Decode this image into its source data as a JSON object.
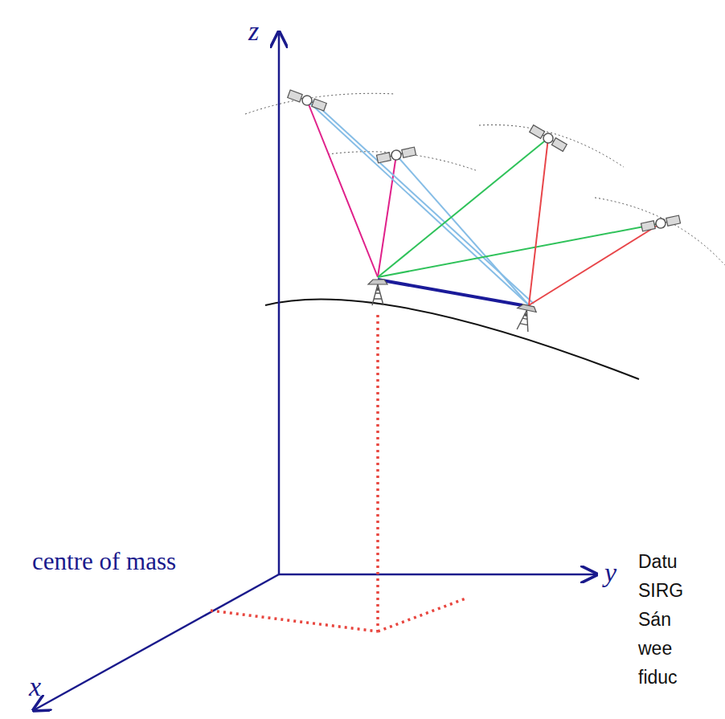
{
  "diagram": {
    "labels": [
      "z",
      "centre of mass",
      "y",
      "x",
      "Datu",
      "SIRG",
      "Sán",
      "wee",
      "fiduc"
    ]
  }
}
